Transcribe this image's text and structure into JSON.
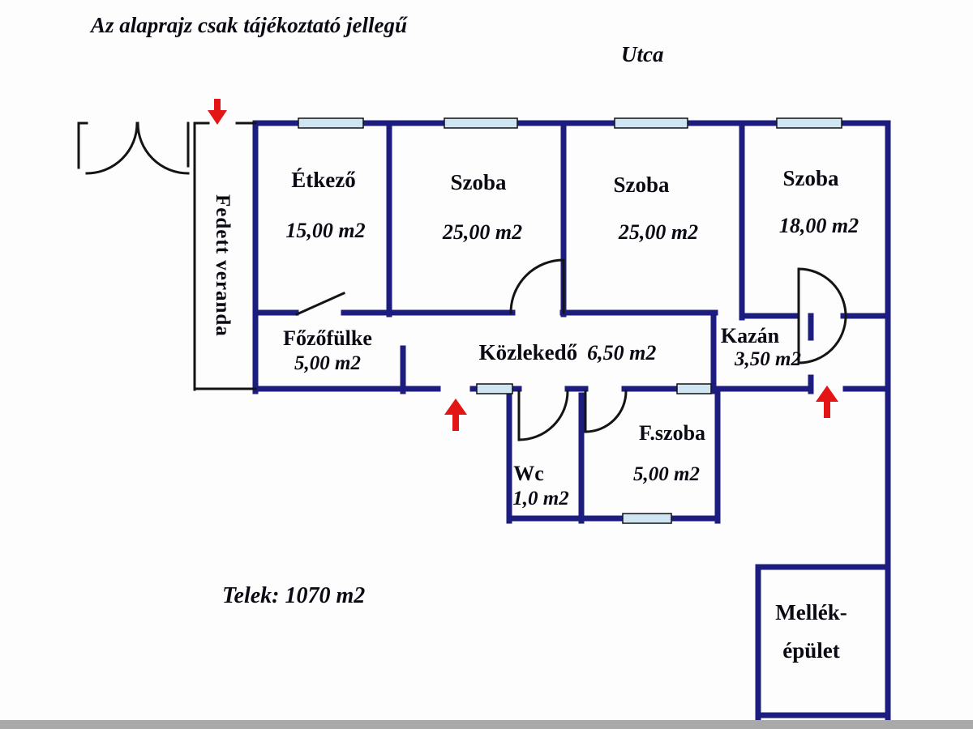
{
  "page": {
    "disclaimer": "Az alaprajz csak tájékoztató jellegű",
    "street": "Utca",
    "plot": "Telek: 1070 m2",
    "veranda": "Fedett veranda"
  },
  "rooms": {
    "etkezo": {
      "name": "Étkező",
      "area": "15,00 m2"
    },
    "szoba1": {
      "name": "Szoba",
      "area": "25,00 m2"
    },
    "szoba2": {
      "name": "Szoba",
      "area": "25,00 m2"
    },
    "szoba3": {
      "name": "Szoba",
      "area": "18,00 m2"
    },
    "fozofulke": {
      "name": "Főzőfülke",
      "area": "5,00 m2"
    },
    "kozlekedo": {
      "name": "Közlekedő",
      "area": "6,50 m2"
    },
    "kazan": {
      "name": "Kazán",
      "area": "3,50 m2"
    },
    "wc": {
      "name": "Wc",
      "area": "1,0 m2"
    },
    "fszoba": {
      "name": "F.szoba",
      "area": "5,00 m2"
    }
  },
  "outbuilding": {
    "line1": "Mellék-",
    "line2": "épület"
  },
  "colors": {
    "wall": "#1d1d80",
    "thin": "#141414",
    "window": "#cfe6f2",
    "arrow": "#e31515"
  }
}
